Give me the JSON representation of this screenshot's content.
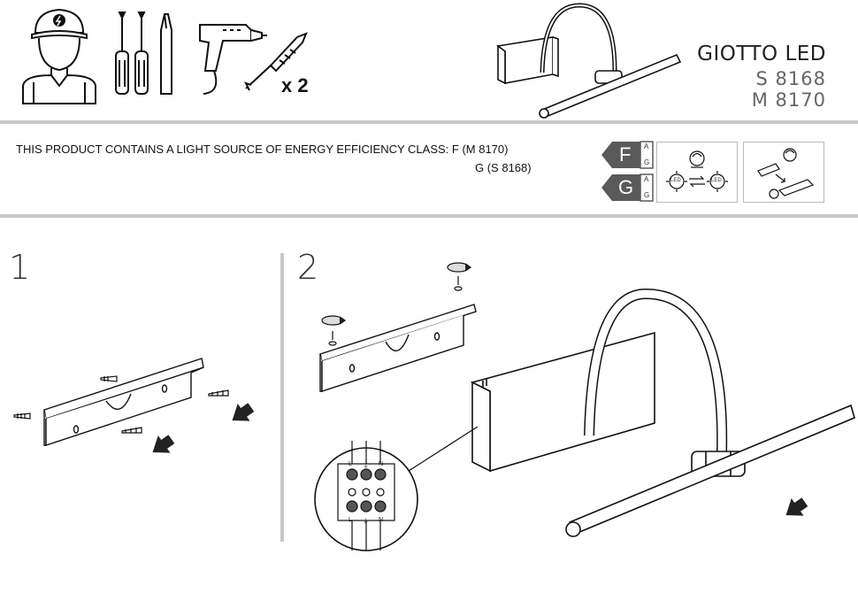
{
  "header": {
    "quantity_label": "x 2",
    "product_title": "GIOTTO LED",
    "codes": [
      "S 8168",
      "M 8170"
    ]
  },
  "energy": {
    "line1": "THIS PRODUCT CONTAINS A LIGHT SOURCE OF ENERGY EFFICIENCY CLASS: F (M 8170)",
    "line2": "G (S 8168)",
    "classes": [
      {
        "letter": "F",
        "scale_top": "A",
        "scale_bottom": "G"
      },
      {
        "letter": "G",
        "scale_top": "A",
        "scale_bottom": "G"
      }
    ],
    "led_label": "LED"
  },
  "steps": [
    {
      "number": "1"
    },
    {
      "number": "2"
    }
  ],
  "terminal": {
    "top_labels": [
      "L",
      "⏚",
      "N"
    ],
    "bottom_labels": [
      "L",
      "⏚",
      "N"
    ]
  },
  "colors": {
    "rule": "#c8c8c8",
    "ink": "#111111",
    "energy_tag": "#5a5a5a"
  }
}
